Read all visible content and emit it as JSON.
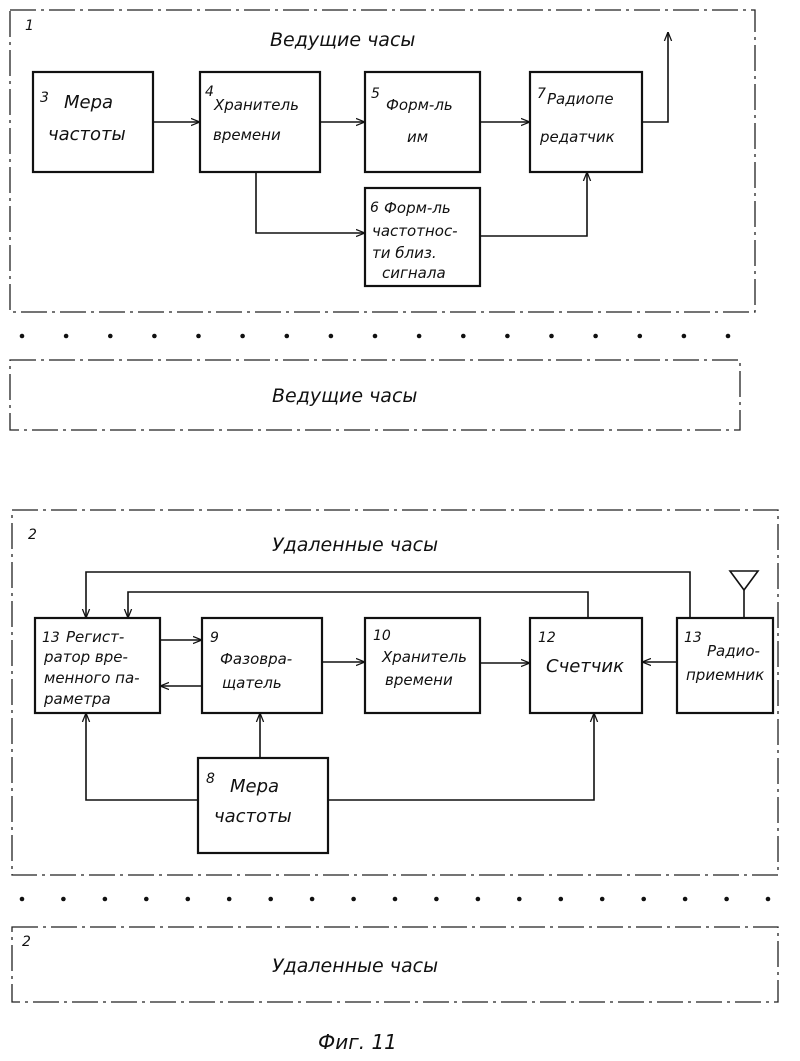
{
  "top_system": {
    "number": "1",
    "title": "Ведущие часы",
    "blocks": {
      "freq_measure": {
        "num": "3",
        "lines": [
          "Мера",
          "частоты"
        ]
      },
      "time_keeper": {
        "num": "4",
        "lines": [
          "Хранитель",
          "времени"
        ]
      },
      "pulse_former": {
        "num": "5",
        "lines": [
          "Форм-ль",
          "им"
        ]
      },
      "radio_tx": {
        "num": "7",
        "lines": [
          "Радиопе",
          "редатчик"
        ]
      },
      "signal_former": {
        "num": "6",
        "lines": [
          "Форм-ль",
          "частотнос-",
          "ти близ.",
          "сигнала"
        ]
      }
    }
  },
  "top_repeat": {
    "title": "Ведущие часы"
  },
  "bottom_system": {
    "number": "2",
    "title": "Удаленные часы",
    "blocks": {
      "registrar": {
        "num": "13",
        "lines": [
          "Регист-",
          "ратор вре-",
          "менного па-",
          "раметра"
        ]
      },
      "phase_shifter": {
        "num": "9",
        "lines": [
          "Фазовра-",
          "щатель"
        ]
      },
      "time_keeper": {
        "num": "10",
        "lines": [
          "Хранитель",
          "времени"
        ]
      },
      "counter": {
        "num": "12",
        "lines": [
          "Счетчик"
        ]
      },
      "radio_rx": {
        "num": "13",
        "lines": [
          "Радио-",
          "приемник"
        ]
      },
      "freq_measure": {
        "num": "8",
        "lines": [
          "Мера",
          "частоты"
        ]
      }
    }
  },
  "bottom_repeat": {
    "number": "2",
    "title": "Удаленные часы"
  },
  "caption": "Фиг. 11"
}
